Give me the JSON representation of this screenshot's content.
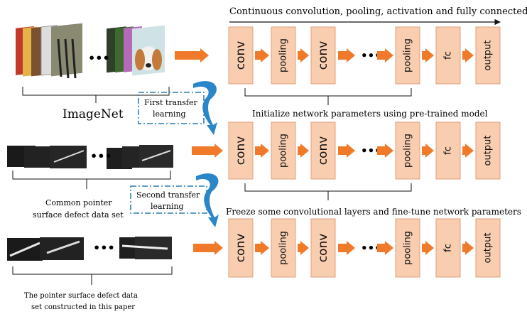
{
  "top_caption": "Continuous convolution, pooling, activation and fully connected layer",
  "row2_caption": "Initialize network parameters using pre-trained model",
  "row3_caption": "Freeze some convolutional layers and fine-tune network parameters",
  "dataset_labels": {
    "imagenet": "ImageNet",
    "common_line1": "Common pointer",
    "common_line2": "surface defect data set",
    "paper_line1": "The pointer surface defect data",
    "paper_line2": "set constructed in this paper"
  },
  "transfer": {
    "first_line1": "First transfer",
    "first_line2": "learning",
    "second_line1": "Second transfer",
    "second_line2": "learning"
  },
  "block_labels": [
    "conv",
    "pooling",
    "conv",
    "pooling",
    "fc",
    "output"
  ],
  "ellipsis": "•••",
  "colors": {
    "block_fill": "#f8cdb0",
    "block_stroke": "#e0a07c",
    "arrow": "#f07a2a",
    "transfer_box": "#2f7fb0",
    "curve_arrow": "#2a86c8"
  },
  "icons": [
    "orange-arrow-icon",
    "curved-transfer-arrow-icon",
    "image-thumbnail-icon"
  ]
}
